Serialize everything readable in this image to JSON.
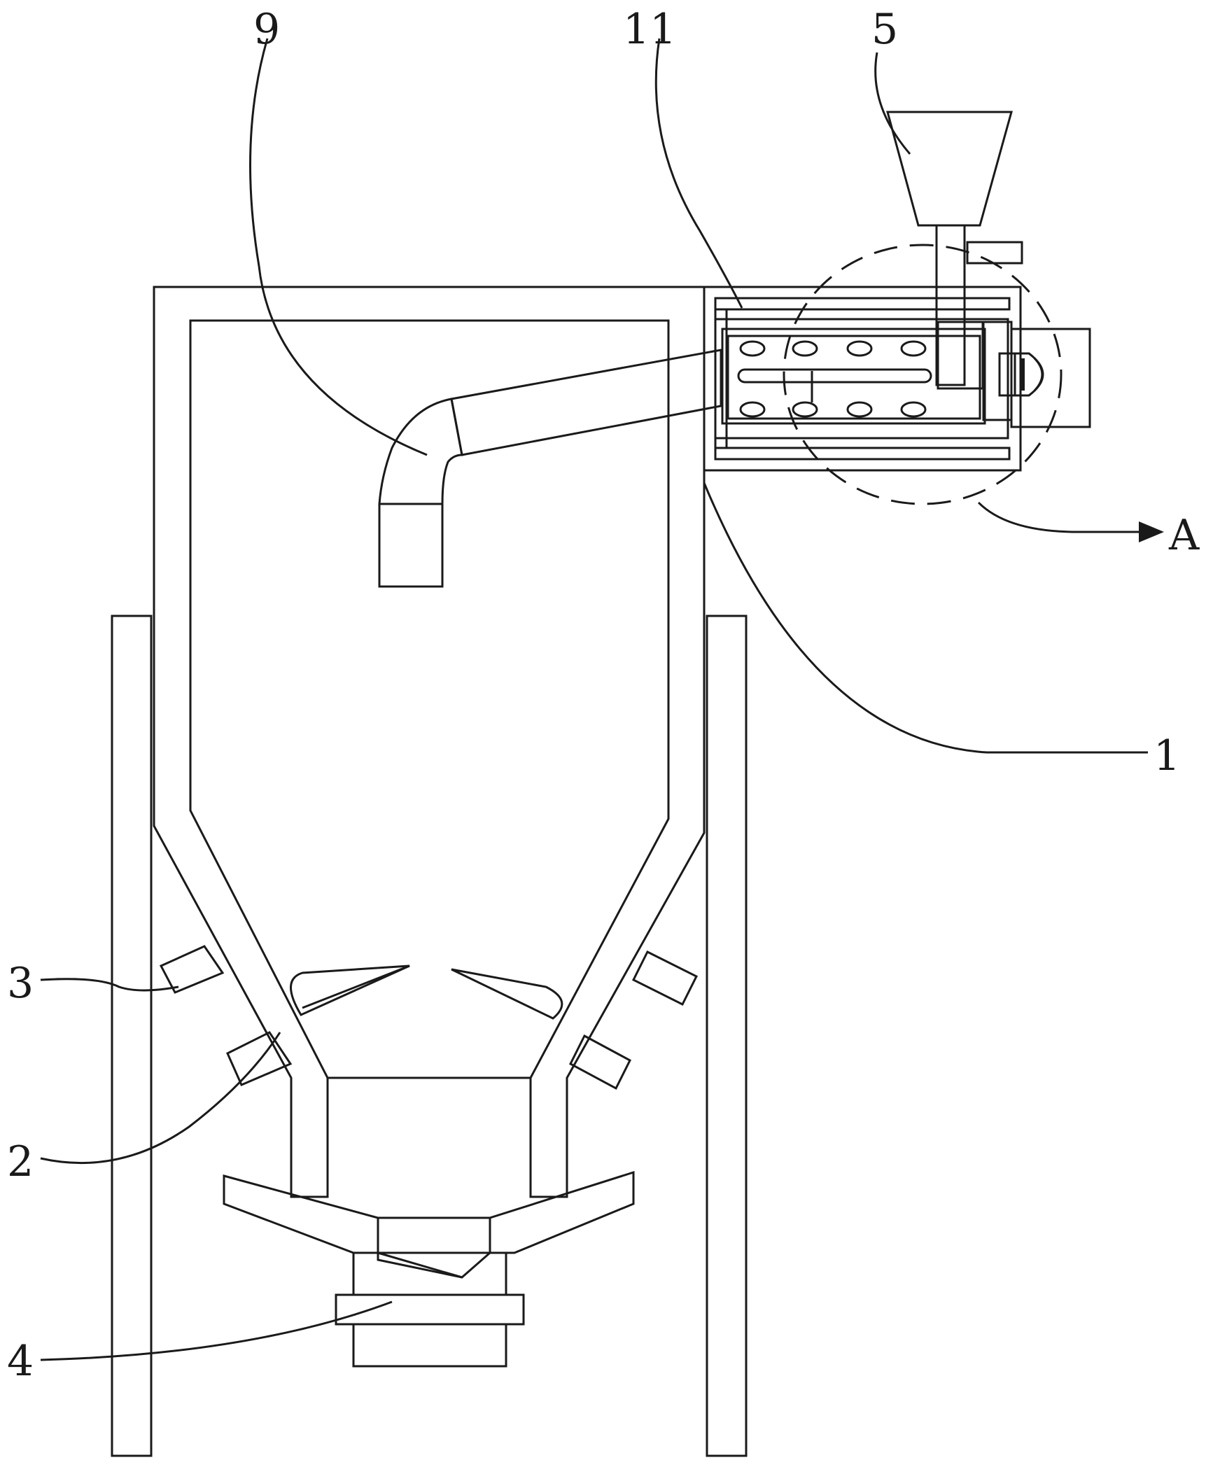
{
  "drawing": {
    "part_labels": [
      {
        "id": "p9",
        "text": "9"
      },
      {
        "id": "p11",
        "text": "11"
      },
      {
        "id": "p5",
        "text": "5"
      },
      {
        "id": "pA",
        "text": "A"
      },
      {
        "id": "p1",
        "text": "1"
      },
      {
        "id": "p3",
        "text": "3"
      },
      {
        "id": "p2",
        "text": "2"
      },
      {
        "id": "p4",
        "text": "4"
      }
    ]
  }
}
